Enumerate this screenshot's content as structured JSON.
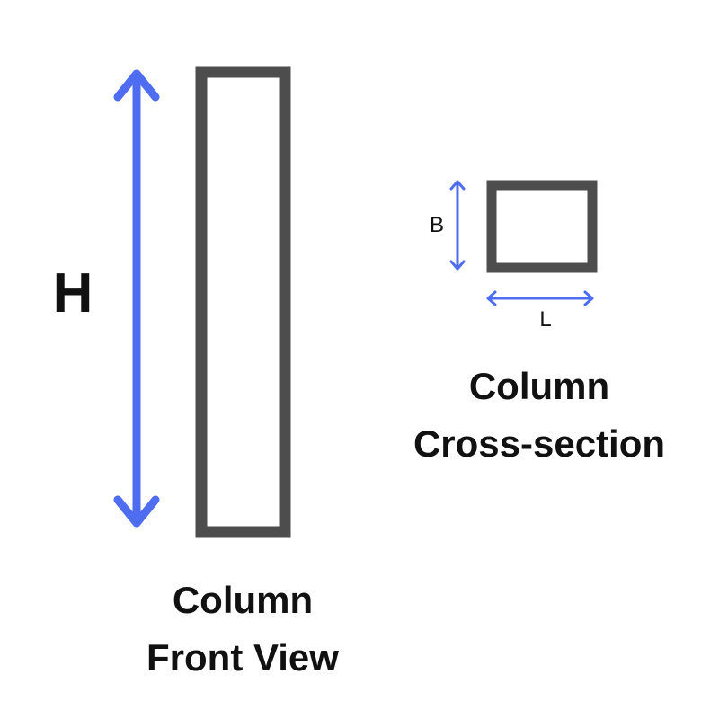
{
  "colors": {
    "dimension_arrow": "#4f6df1",
    "outline": "#4d4d4d",
    "text": "#111111"
  },
  "front_view": {
    "height_label": "H",
    "caption_line1": "Column",
    "caption_line2": "Front View"
  },
  "cross_section": {
    "breadth_label": "B",
    "length_label": "L",
    "caption_line1": "Column",
    "caption_line2": "Cross-section"
  }
}
